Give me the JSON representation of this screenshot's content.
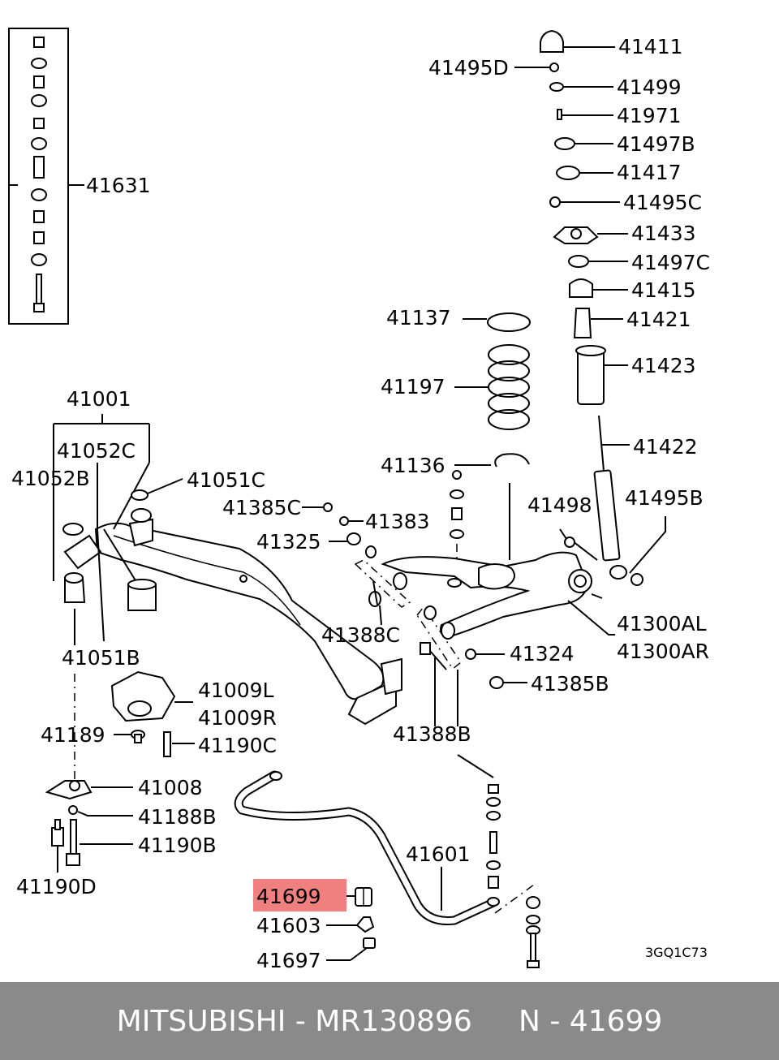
{
  "diagram": {
    "drawing_code": "3GQ1C73",
    "highlight_color": "#f08080",
    "highlighted_part": "41699",
    "labels": {
      "p41411": "41411",
      "p41495D": "41495D",
      "p41499": "41499",
      "p41971": "41971",
      "p41497B": "41497B",
      "p41417": "41417",
      "p41495C": "41495C",
      "p41433": "41433",
      "p41497C": "41497C",
      "p41415": "41415",
      "p41421": "41421",
      "p41137": "41137",
      "p41423": "41423",
      "p41197": "41197",
      "p41422": "41422",
      "p41631": "41631",
      "p41001": "41001",
      "p41052C": "41052C",
      "p41052B": "41052B",
      "p41051C": "41051C",
      "p41136": "41136",
      "p41385C": "41385C",
      "p41383": "41383",
      "p41498": "41498",
      "p41495B": "41495B",
      "p41325": "41325",
      "p41388C": "41388C",
      "p41300AL": "41300AL",
      "p41300AR": "41300AR",
      "p41051B": "41051B",
      "p41324": "41324",
      "p41385B": "41385B",
      "p41009L": "41009L",
      "p41009R": "41009R",
      "p41189": "41189",
      "p41190C": "41190C",
      "p41388B": "41388B",
      "p41008": "41008",
      "p41188B": "41188B",
      "p41190B": "41190B",
      "p41601": "41601",
      "p41190D": "41190D",
      "p41699": "41699",
      "p41603": "41603",
      "p41697": "41697"
    }
  },
  "footer": {
    "text": "MITSUBISHI - MR130896     N - 41699",
    "background": "#8a8a8a",
    "text_color": "#ffffff"
  }
}
